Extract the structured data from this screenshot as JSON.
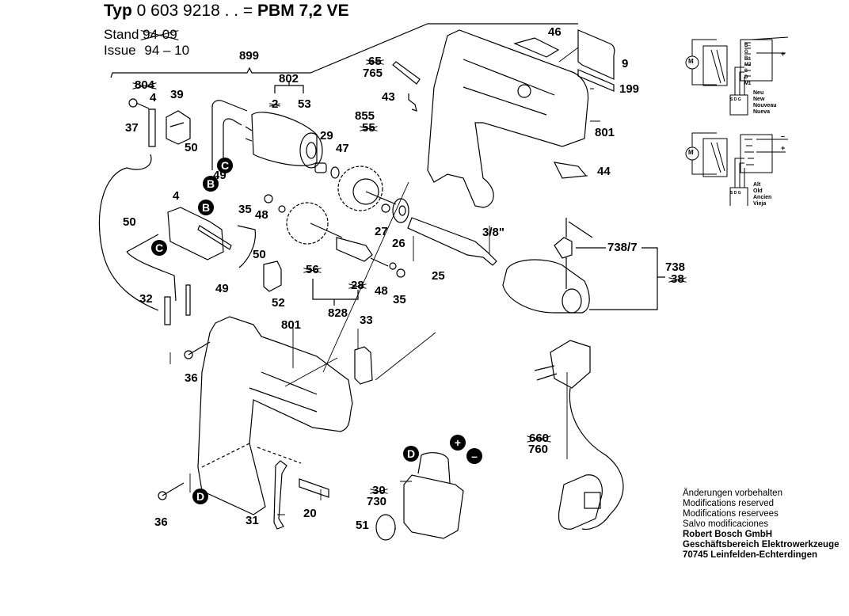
{
  "header": {
    "typ_prefix": "Typ",
    "typ_number": "0 603 921",
    "typ_suffix": "8 . . =",
    "model": "PBM 7,2 VE",
    "stand_label": "Stand",
    "stand_value_struck": "94-09",
    "issue_label": "Issue",
    "issue_value": "94 – 10"
  },
  "parts": {
    "p899": "899",
    "p804_struck": "804",
    "p4a": "4",
    "p37": "37",
    "p39": "39",
    "p50a": "50",
    "p802": "802",
    "p2_struck": "2",
    "p53": "53",
    "p49a": "49",
    "p29": "29",
    "p47": "47",
    "p855": "855",
    "p55_struck": "55",
    "p65_struck": "65",
    "p765": "765",
    "p43": "43",
    "p46": "46",
    "p9": "9",
    "p199": "199",
    "p801a": "801",
    "p44": "44",
    "p4b": "4",
    "p35a": "35",
    "p48a": "48",
    "p50b": "50",
    "p50c": "50",
    "p49b": "49",
    "p32": "32",
    "p52": "52",
    "p56_struck": "56",
    "p28_struck": "28",
    "p828": "828",
    "p27": "27",
    "p26": "26",
    "p48b": "48",
    "p35b": "35",
    "p25": "25",
    "p3_8": "3/8\"",
    "p738_7": "738/7",
    "p738": "738",
    "p38_struck": "38",
    "p801b": "801",
    "p33": "33",
    "p36a": "36",
    "p36b": "36",
    "p31": "31",
    "p20": "20",
    "p30_struck": "30",
    "p730": "730",
    "p51": "51",
    "p660_struck": "660",
    "p760": "760"
  },
  "badges": {
    "B": "B",
    "C": "C",
    "D": "D",
    "plus": "+",
    "minus": "–"
  },
  "schematic": {
    "new_labels": [
      "Neu",
      "New",
      "Nouveau",
      "Nueva"
    ],
    "old_labels": [
      "Alt",
      "Old",
      "Ancien",
      "Vieja"
    ],
    "motor": "M",
    "terminals_new": [
      "B–",
      "G",
      "B+",
      "M2",
      "S",
      "D",
      "M1"
    ],
    "terminals_old": [
      "–",
      "G",
      "+",
      "S",
      "D"
    ],
    "sdg": "S D G",
    "plus": "+",
    "minus": "–"
  },
  "notes": {
    "lines": [
      "Änderungen vorbehalten",
      "Modifications reserved",
      "Modifications reservees",
      "Salvo modificaciones"
    ],
    "company": "Robert Bosch GmbH",
    "division": "Geschäftsbereich Elektrowerkzeuge",
    "address": "70745 Leinfelden-Echterdingen"
  }
}
